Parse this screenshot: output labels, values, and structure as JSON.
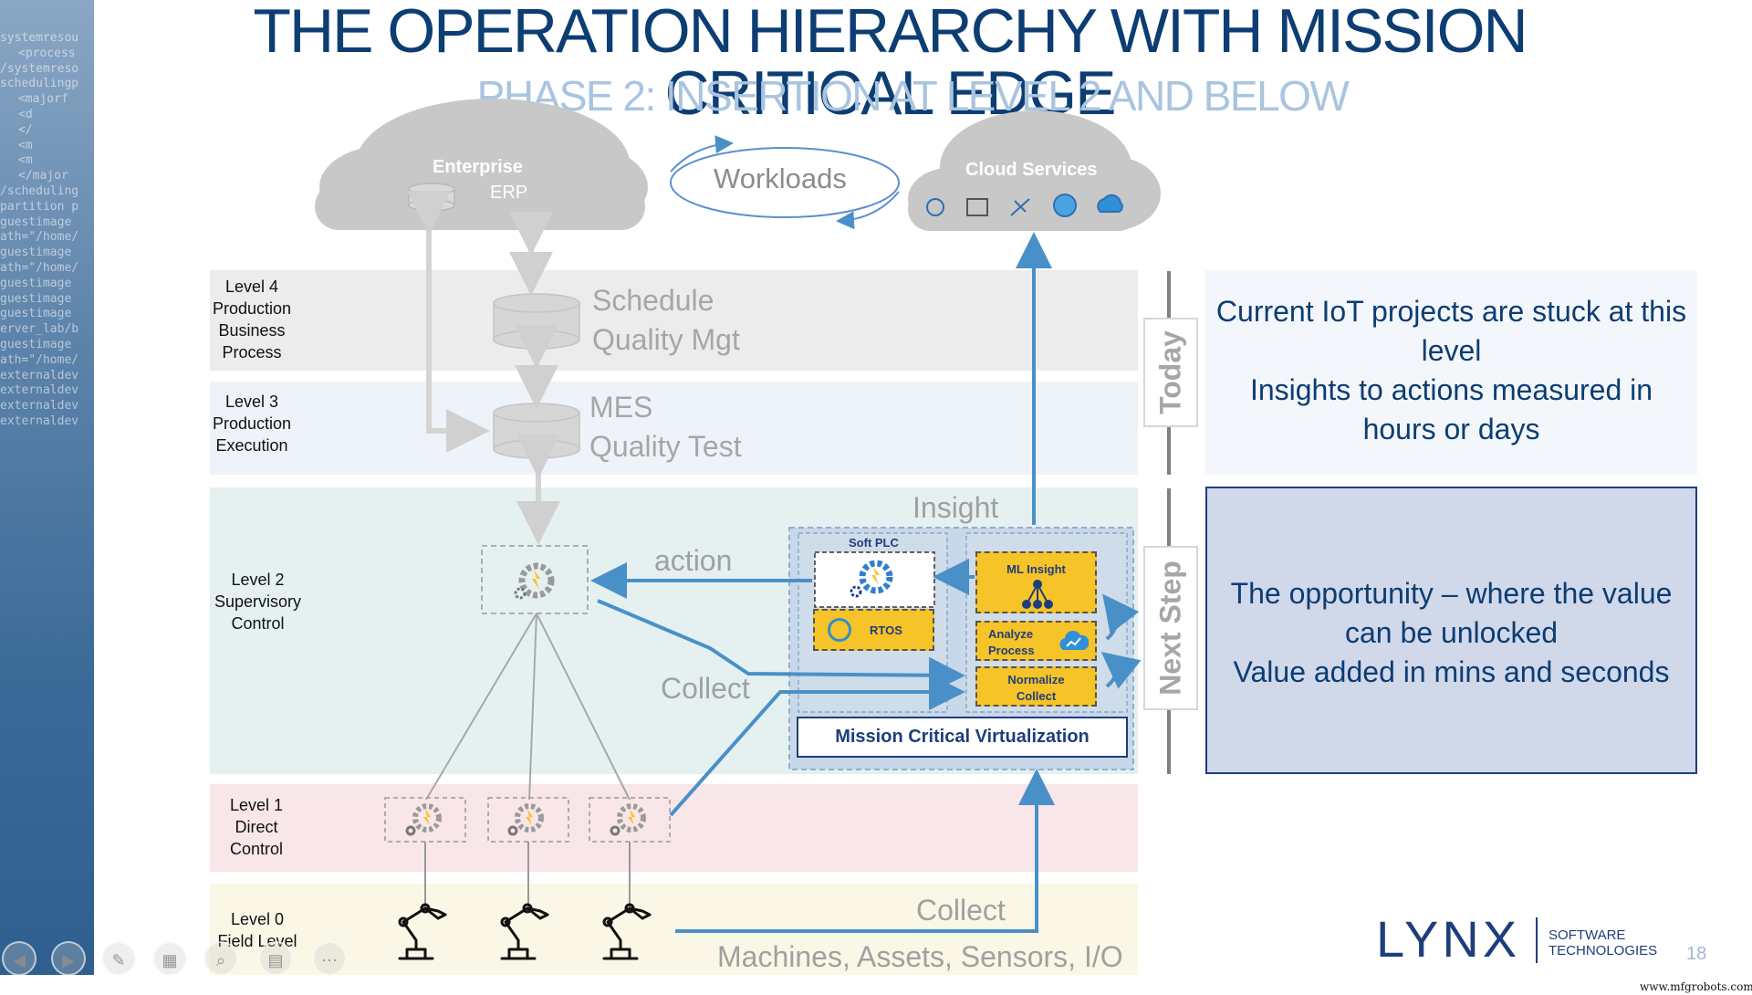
{
  "header": {
    "title": "THE OPERATION HIERARCHY WITH MISSION CRITICAL EDGE",
    "subtitle": "PHASE 2: INSERTION AT LEVEL 2 AND BELOW"
  },
  "background_code": [
    "systemresou",
    "<process",
    "/systemreso",
    "schedulingp",
    "<majorf",
    "<d",
    "</",
    "<m",
    "<m",
    "</major",
    "/scheduling",
    "partition p",
    "guestimage",
    "ath=\"/home/",
    "guestimage",
    "ath=\"/home/",
    "guestimage",
    "guestimage",
    "guestimage",
    "erver_lab/b",
    "guestimage",
    "ath=\"/home/",
    "externaldev",
    "externaldev",
    "externaldev",
    "externaldev"
  ],
  "clouds": {
    "enterprise_title": "Enterprise",
    "enterprise_sub": "ERP",
    "workloads": "Workloads",
    "cloud_services": "Cloud Services"
  },
  "levels": [
    {
      "label": "Level 4\nProduction\nBusiness\nProcess"
    },
    {
      "label": "Level 3\nProduction\nExecution"
    },
    {
      "label": "Level 2\nSupervisory\nControl"
    },
    {
      "label": "Level 1\nDirect\nControl"
    },
    {
      "label": "Level 0\nField Level"
    }
  ],
  "systems": {
    "schedule": "Schedule",
    "quality_mgt": "Quality Mgt",
    "mes": "MES",
    "quality_test": "Quality Test"
  },
  "flow_labels": {
    "insight": "Insight",
    "action": "action",
    "collect_l2": "Collect",
    "collect_l0": "Collect",
    "machines": "Machines, Assets, Sensors, I/O"
  },
  "edge": {
    "soft_plc": "Soft PLC",
    "rtos": "RTOS",
    "ml_insight": "ML Insight",
    "analyze_process": "Analyze\nProcess",
    "normalize_collect": "Normalize\nCollect",
    "mcv": "Mission Critical Virtualization"
  },
  "timeline": {
    "today": "Today",
    "next_step": "Next Step"
  },
  "info": {
    "today_text": "Current IoT projects are stuck at this level\nInsights to actions measured in hours or days",
    "next_text": "The opportunity – where the value can be unlocked\nValue added in mins and seconds"
  },
  "logo": {
    "name": "LYNX",
    "tagline": "SOFTWARE\nTECHNOLOGIES"
  },
  "page_number": "18",
  "watermark": "www.mfgrobots.com",
  "colors": {
    "title": "#0c3d73",
    "subtitle": "#a9c4df",
    "arrow_blue": "#4a90c8",
    "band_level4": "#ececec",
    "band_level3": "#eef3f9",
    "band_level2": "#e5f1f1",
    "band_level1": "#f8e6e8",
    "band_level0": "#fbf7e6",
    "highlight_box": "#d0d8ea",
    "component_yellow": "#f6c328"
  }
}
